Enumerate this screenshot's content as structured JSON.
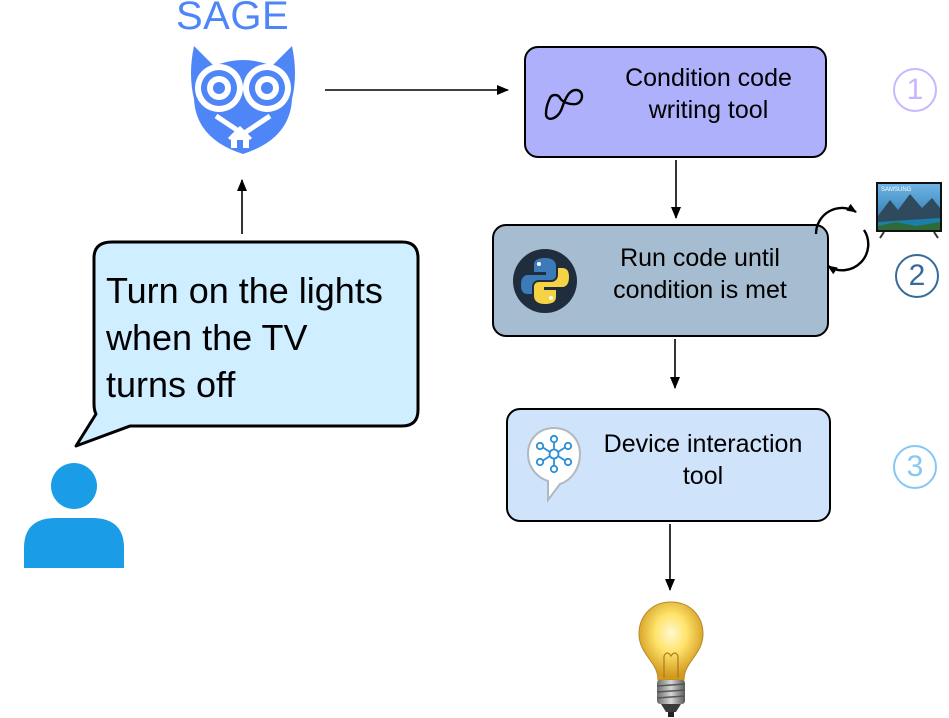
{
  "diagram": {
    "agent_name": "SAGE",
    "user_request": [
      "Turn on the lights",
      "when the TV",
      "turns off"
    ],
    "tools": [
      {
        "label": "Condition code writing tool",
        "step": "1",
        "fill": "#aeb0fb"
      },
      {
        "label": "Run code until condition is met",
        "step": "2",
        "fill": "#a6bcd0"
      },
      {
        "label": "Device interaction tool",
        "step": "3",
        "fill": "#cfe3fb"
      }
    ],
    "tv_brand": "SAMSUNG",
    "colors": {
      "sage_blue": "#4f86f7",
      "user_blue": "#1a9de6",
      "step1": "#c9b6ff",
      "step2": "#356a9a",
      "step3": "#86c7f2"
    },
    "icons": [
      "owl-logo-icon",
      "user-icon",
      "infinity-icon",
      "python-icon",
      "hub-icon",
      "tv-icon",
      "refresh-loop-icon",
      "light-bulb-icon"
    ]
  }
}
